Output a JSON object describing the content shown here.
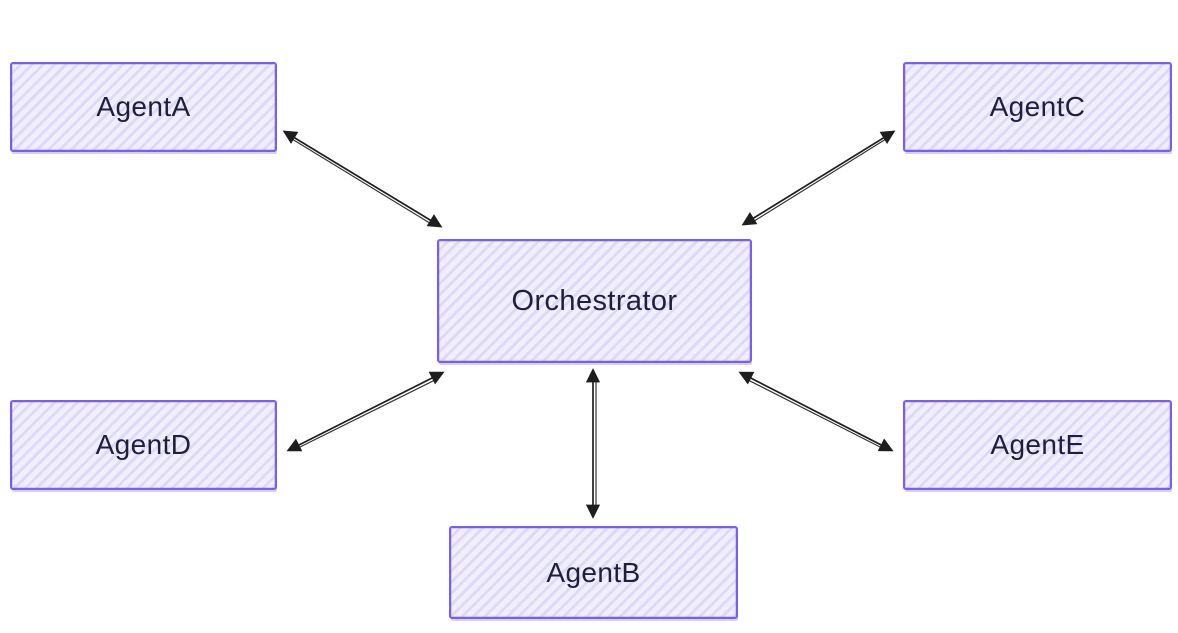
{
  "diagram": {
    "type": "node-link",
    "nodes": [
      {
        "id": "agent-a",
        "label": "AgentA"
      },
      {
        "id": "agent-c",
        "label": "AgentC"
      },
      {
        "id": "orchestrator",
        "label": "Orchestrator"
      },
      {
        "id": "agent-d",
        "label": "AgentD"
      },
      {
        "id": "agent-e",
        "label": "AgentE"
      },
      {
        "id": "agent-b",
        "label": "AgentB"
      }
    ],
    "edges": [
      {
        "from": "agent-a",
        "to": "orchestrator",
        "direction": "bidirectional"
      },
      {
        "from": "agent-c",
        "to": "orchestrator",
        "direction": "bidirectional"
      },
      {
        "from": "agent-d",
        "to": "orchestrator",
        "direction": "bidirectional"
      },
      {
        "from": "agent-e",
        "to": "orchestrator",
        "direction": "bidirectional"
      },
      {
        "from": "agent-b",
        "to": "orchestrator",
        "direction": "bidirectional"
      }
    ],
    "colors": {
      "node_fill": "#f1effd",
      "node_hatch": "#ded9f8",
      "node_stroke": "#7b5df2",
      "arrow": "#1e1e1e",
      "text": "#1e1e3f",
      "background": "#ffffff"
    }
  }
}
